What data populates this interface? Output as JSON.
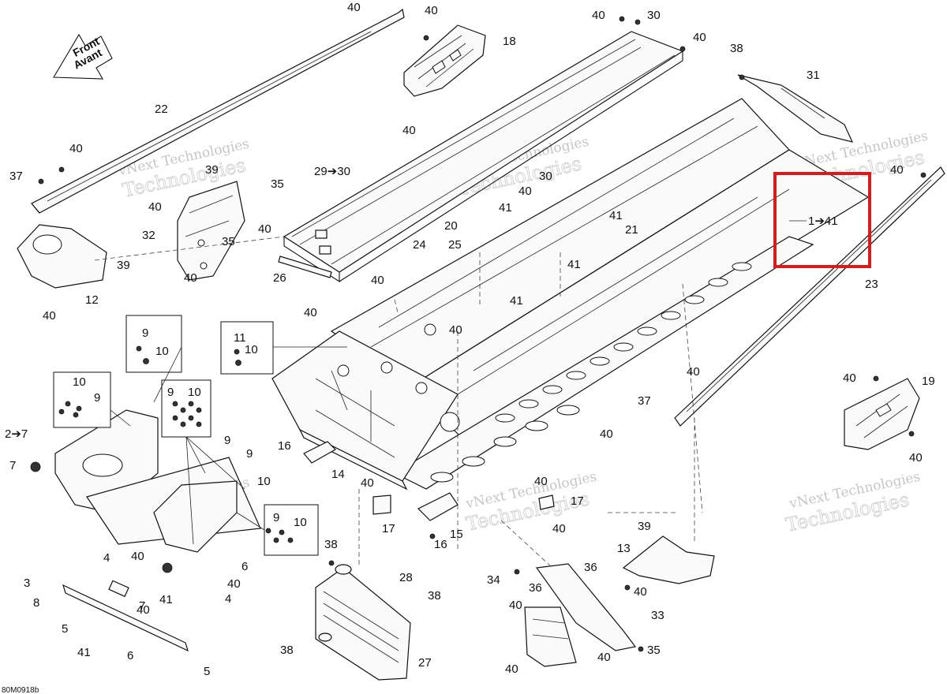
{
  "diagram": {
    "reference": "80M0918b",
    "front_arrow": {
      "line1": "Front",
      "line2": "Avant"
    },
    "watermark": {
      "line1": "vNext Technologies",
      "line2": "Technologies"
    },
    "highlight": {
      "text": "1➔41",
      "color": "#d61d1d"
    },
    "labels": [
      "40",
      "40",
      "18",
      "40",
      "30",
      "40",
      "38",
      "31",
      "22",
      "37",
      "40",
      "39",
      "35",
      "40",
      "32",
      "35",
      "39",
      "12",
      "40",
      "29➔30",
      "40",
      "30",
      "40",
      "41",
      "20",
      "41",
      "21",
      "40",
      "26",
      "40",
      "24",
      "25",
      "41",
      "40",
      "41",
      "40",
      "40",
      "23",
      "11",
      "10",
      "9",
      "10",
      "10",
      "9",
      "9",
      "10",
      "2➔7",
      "7",
      "9",
      "9",
      "10",
      "40",
      "16",
      "14",
      "40",
      "40",
      "17",
      "15",
      "16",
      "17",
      "40",
      "19",
      "40",
      "40",
      "37",
      "40",
      "39",
      "13",
      "40",
      "34",
      "36",
      "36",
      "40",
      "33",
      "40",
      "35",
      "40",
      "9",
      "10",
      "3",
      "4",
      "40",
      "7",
      "41",
      "6",
      "8",
      "40",
      "4",
      "40",
      "5",
      "41",
      "6",
      "5",
      "38",
      "28",
      "38",
      "27",
      "38",
      "40"
    ]
  }
}
